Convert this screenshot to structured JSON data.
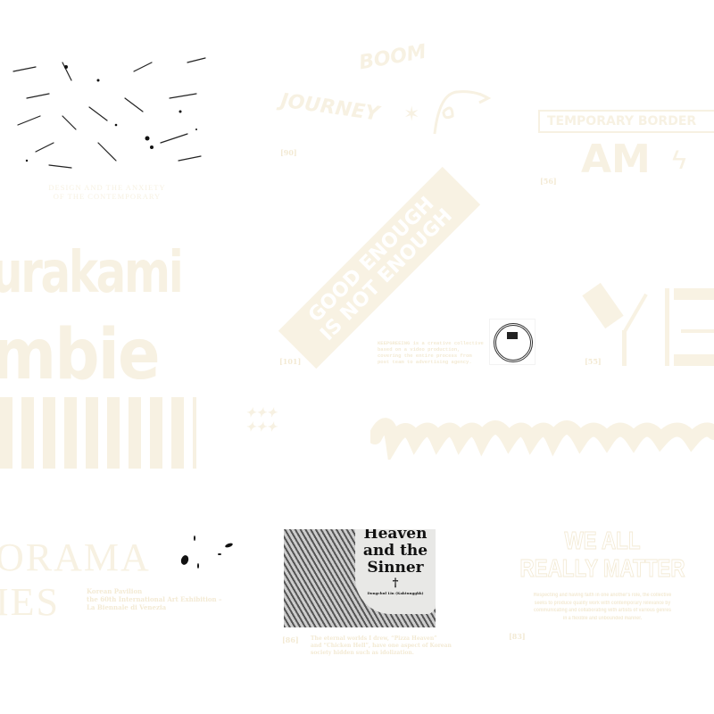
{
  "colors": {
    "cream": "#f7f1e2",
    "ink": "#111111"
  },
  "works": {
    "design_anxiety": {
      "title_line1": "DESIGN AND THE ANXIETY",
      "title_line2": "OF THE CONTEMPORARY"
    },
    "graffiti": {
      "word1": "BOOM",
      "word2": "JOURNEY",
      "number": "[90]"
    },
    "temporary_border": {
      "label": "TEMPORARY BORDER",
      "mark": "AM",
      "number": "[56]"
    },
    "murakami": {
      "line1": "urakami",
      "line2": "mbie"
    },
    "good_enough": {
      "line1": "GOOD ENOUGH",
      "line2": "IS NOT ENOUGH",
      "number": "[101]"
    },
    "keepgreeing": {
      "desc_line1": "KEEPGREEING is a creative collective",
      "desc_line2": "based on a video production,",
      "desc_line3": "covering the entire process from",
      "desc_line4": "post team to advertising agency."
    },
    "ye": {
      "mark": "YE",
      "number": "[55]"
    },
    "panorama": {
      "line1": "ORAMA",
      "line2": "IES",
      "caption_line1": "Korean Pavilion",
      "caption_line2": "the 60th International Art Exhibition –",
      "caption_line3": "La Biennale di Venezia"
    },
    "heaven_sinner": {
      "title_line1": "Heaven",
      "title_line2": "and the",
      "title_line3": "Sinner",
      "author": "Dongchul Lin (Kaktunggkk)",
      "number": "[86]",
      "caption_line1": "The eternal worlds I drew, “Pizza Heaven”",
      "caption_line2": "and “Chicken Hell”, have one aspect of Korean",
      "caption_line3": "society hidden such as idolization."
    },
    "we_all_matter": {
      "line1": "WE ALL",
      "line2": "REALLY MATTER",
      "body_line1": "Respecting and having faith in one another's role, the collective",
      "body_line2": "seeks to produce quality work with contemporary relevance by",
      "body_line3": "communicating and collaborating with artists of various genres",
      "body_line4": "in a flexible and unbounded manner.",
      "number": "[83]"
    }
  }
}
